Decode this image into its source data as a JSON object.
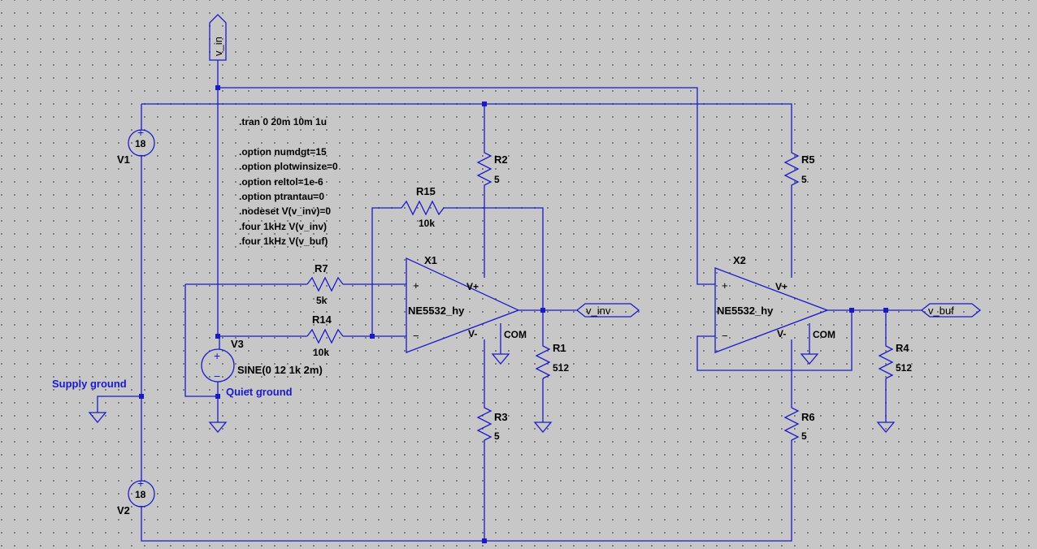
{
  "spice_directives": [
    ".tran 0 20m 10m 1u",
    ".option numdgt=15",
    ".option plotwinsize=0",
    ".option reltol=1e-6",
    ".option ptrantau=0",
    ".nodeset V(v_inv)=0",
    ".four 1kHz V(v_inv)",
    ".four 1kHz V(v_buf)"
  ],
  "net_flags": {
    "v_in": "v_in",
    "v_inv": "v_inv",
    "v_buf": "v_buf"
  },
  "net_labels": {
    "supply_ground": "Supply ground",
    "quiet_ground": "Quiet ground"
  },
  "sources": {
    "V1": {
      "name": "V1",
      "value": "18"
    },
    "V2": {
      "name": "V2",
      "value": "18"
    },
    "V3": {
      "name": "V3",
      "value": "SINE(0 12 1k 2m)"
    }
  },
  "resistors": {
    "R1": {
      "name": "R1",
      "value": "512"
    },
    "R2": {
      "name": "R2",
      "value": "5"
    },
    "R3": {
      "name": "R3",
      "value": "5"
    },
    "R4": {
      "name": "R4",
      "value": "512"
    },
    "R5": {
      "name": "R5",
      "value": "5"
    },
    "R6": {
      "name": "R6",
      "value": "5"
    },
    "R7": {
      "name": "R7",
      "value": "5k"
    },
    "R14": {
      "name": "R14",
      "value": "10k"
    },
    "R15": {
      "name": "R15",
      "value": "10k"
    }
  },
  "opamps": {
    "X1": {
      "name": "X1",
      "model": "NE5532_hy",
      "pin_vplus": "V+",
      "pin_vminus": "V-",
      "pin_com": "COM",
      "pin_plus": "+",
      "pin_minus": "−"
    },
    "X2": {
      "name": "X2",
      "model": "NE5532_hy",
      "pin_vplus": "V+",
      "pin_vminus": "V-",
      "pin_com": "COM",
      "pin_plus": "+",
      "pin_minus": "−"
    }
  }
}
